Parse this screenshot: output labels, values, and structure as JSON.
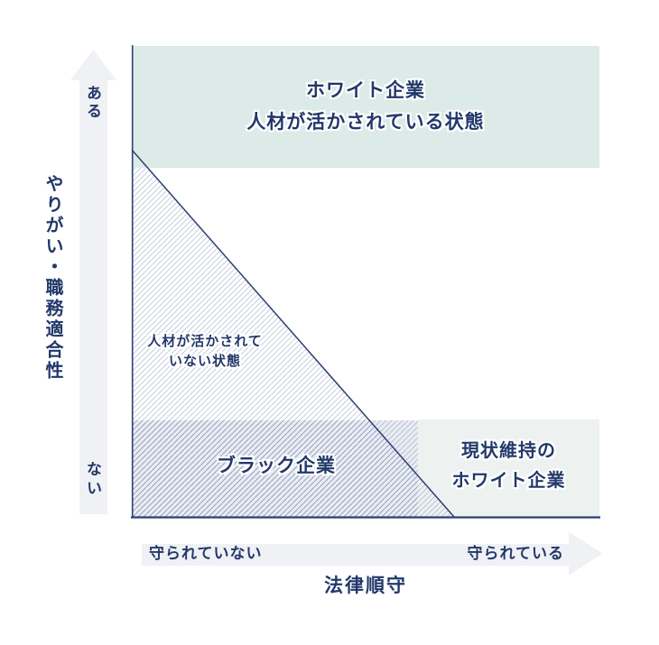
{
  "diagram": {
    "type": "concept-quadrant",
    "colors": {
      "navy_text": "#22386a",
      "line": "#2c4170",
      "band_top": "#dceae8",
      "band_bottom": "#e9ecf2",
      "box_right": "#edf2f1",
      "arrow_gray": "#f0f1f5",
      "hatch_line": "rgba(70,92,145,0.35)"
    },
    "y_axis": {
      "title": "やりがい・職務適合性",
      "top_label": "ある",
      "bottom_label": "ない"
    },
    "x_axis": {
      "title": "法律順守",
      "left_label": "守られていない",
      "right_label": "守られている"
    },
    "regions": {
      "top": {
        "line1": "ホワイト企業",
        "line2": "人材が活かされている状態"
      },
      "hatched": {
        "line1": "人材が活かされて",
        "line2": "いない状態"
      },
      "bottom_left": {
        "label": "ブラック企業"
      },
      "bottom_right": {
        "line1": "現状維持の",
        "line2": "ホワイト企業"
      }
    }
  }
}
